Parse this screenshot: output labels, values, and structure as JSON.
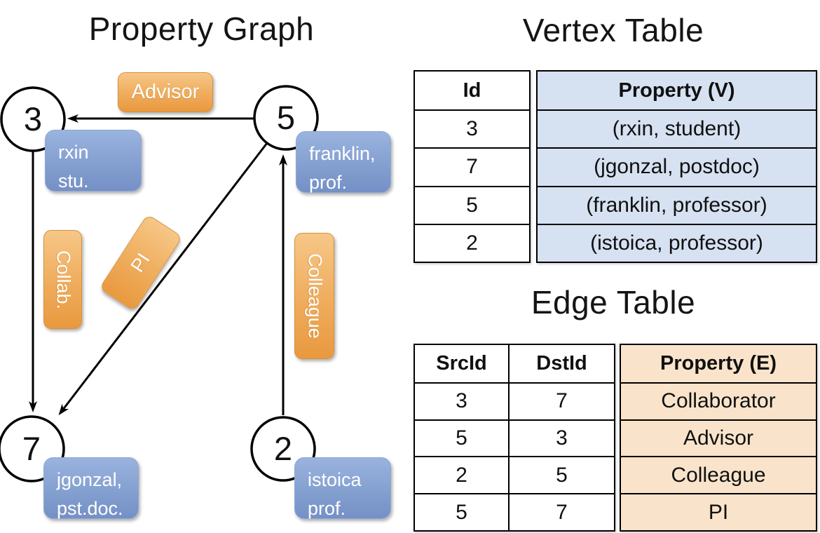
{
  "graph": {
    "title": "Property Graph",
    "nodes": [
      {
        "id": "3",
        "prop_line1": "rxin",
        "prop_line2": "stu."
      },
      {
        "id": "5",
        "prop_line1": "franklin,",
        "prop_line2": "prof."
      },
      {
        "id": "7",
        "prop_line1": "jgonzal,",
        "prop_line2": "pst.doc."
      },
      {
        "id": "2",
        "prop_line1": "istoica",
        "prop_line2": "prof."
      }
    ],
    "edge_labels": {
      "advisor": "Advisor",
      "collab": "Collab.",
      "pi": "PI",
      "colleague": "Colleague"
    }
  },
  "vertex_table": {
    "title": "Vertex Table",
    "col_id": "Id",
    "col_property": "Property (V)",
    "rows": [
      {
        "id": "3",
        "property": "(rxin, student)"
      },
      {
        "id": "7",
        "property": "(jgonzal, postdoc)"
      },
      {
        "id": "5",
        "property": "(franklin, professor)"
      },
      {
        "id": "2",
        "property": "(istoica, professor)"
      }
    ]
  },
  "edge_table": {
    "title": "Edge Table",
    "col_src": "SrcId",
    "col_dst": "DstId",
    "col_property": "Property (E)",
    "rows": [
      {
        "src": "3",
        "dst": "7",
        "property": "Collaborator"
      },
      {
        "src": "5",
        "dst": "3",
        "property": "Advisor"
      },
      {
        "src": "2",
        "dst": "5",
        "property": "Colleague"
      },
      {
        "src": "5",
        "dst": "7",
        "property": "PI"
      }
    ]
  },
  "colors": {
    "edge_label_orange": "#EFA44E",
    "vertex_property_blue": "#84A0D0",
    "vertex_table_fill": "#D6E1F1",
    "edge_table_fill": "#F9E4CB",
    "line_black": "#000000"
  }
}
